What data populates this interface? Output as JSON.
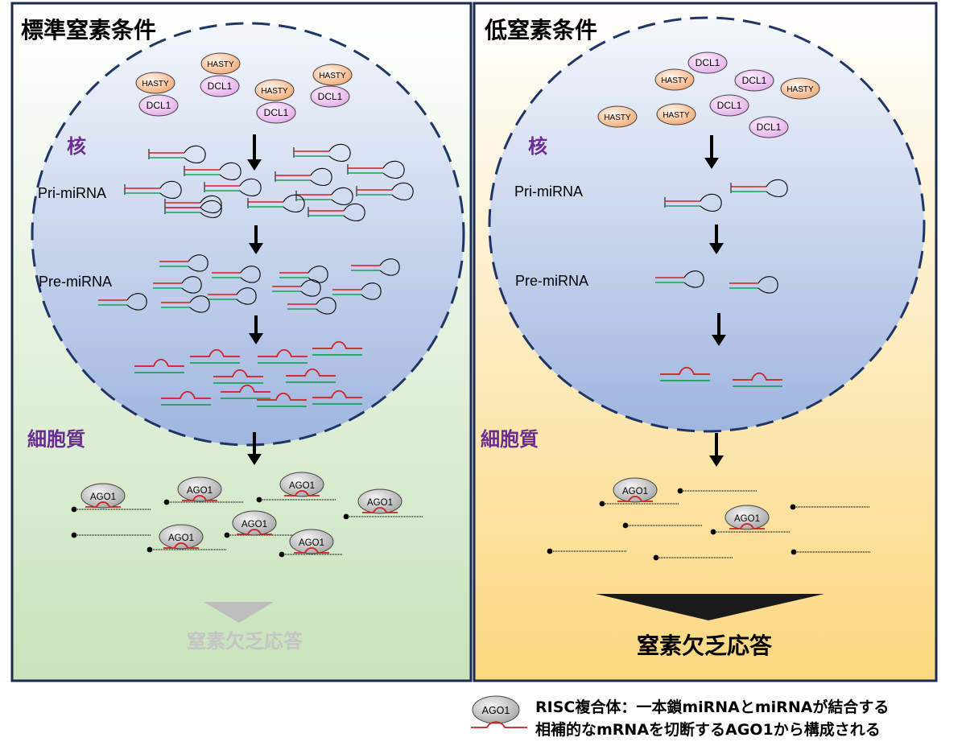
{
  "panels": {
    "left": {
      "title": "標準窒素条件",
      "nucleus_label": "核",
      "pri_label": "Pri-miRNA",
      "pre_label": "Pre-miRNA",
      "cytoplasm_label": "細胞質",
      "response_label": "窒素欠乏応答",
      "protein_labels": [
        "HASTY",
        "DCL1",
        "HASTY",
        "DCL1",
        "HASTY",
        "DCL1",
        "HASTY",
        "DCL1"
      ],
      "ago_labels": [
        "AGO1",
        "AGO1",
        "AGO1",
        "AGO1",
        "AGO1",
        "AGO1",
        "AGO1"
      ]
    },
    "right": {
      "title": "低窒素条件",
      "nucleus_label": "核",
      "pri_label": "Pri-miRNA",
      "pre_label": "Pre-miRNA",
      "cytoplasm_label": "細胞質",
      "response_label": "窒素欠乏応答",
      "protein_labels": [
        "DCL1",
        "HASTY",
        "DCL1",
        "HASTY",
        "HASTY",
        "DCL1",
        "HASTY",
        "DCL1"
      ],
      "ago_labels": [
        "AGO1",
        "AGO1"
      ]
    }
  },
  "legend": {
    "ago_label": "AGO1",
    "line1": "RISC複合体：一本鎖miRNAとmiRNAが結合する",
    "line2": "相補的なmRNAを切断するAGO1から構成される"
  },
  "colors": {
    "title_purple": "#6a2c91",
    "hasty_fill": "#f2a36a",
    "dcl1_fill": "#eab6ee",
    "mirna_red": "#d11f1f",
    "mirna_green": "#1aa05a",
    "nucleus_border": "#1f3566",
    "panel_border": "#1a2a4d",
    "response_gray": "#bdbdbd"
  }
}
